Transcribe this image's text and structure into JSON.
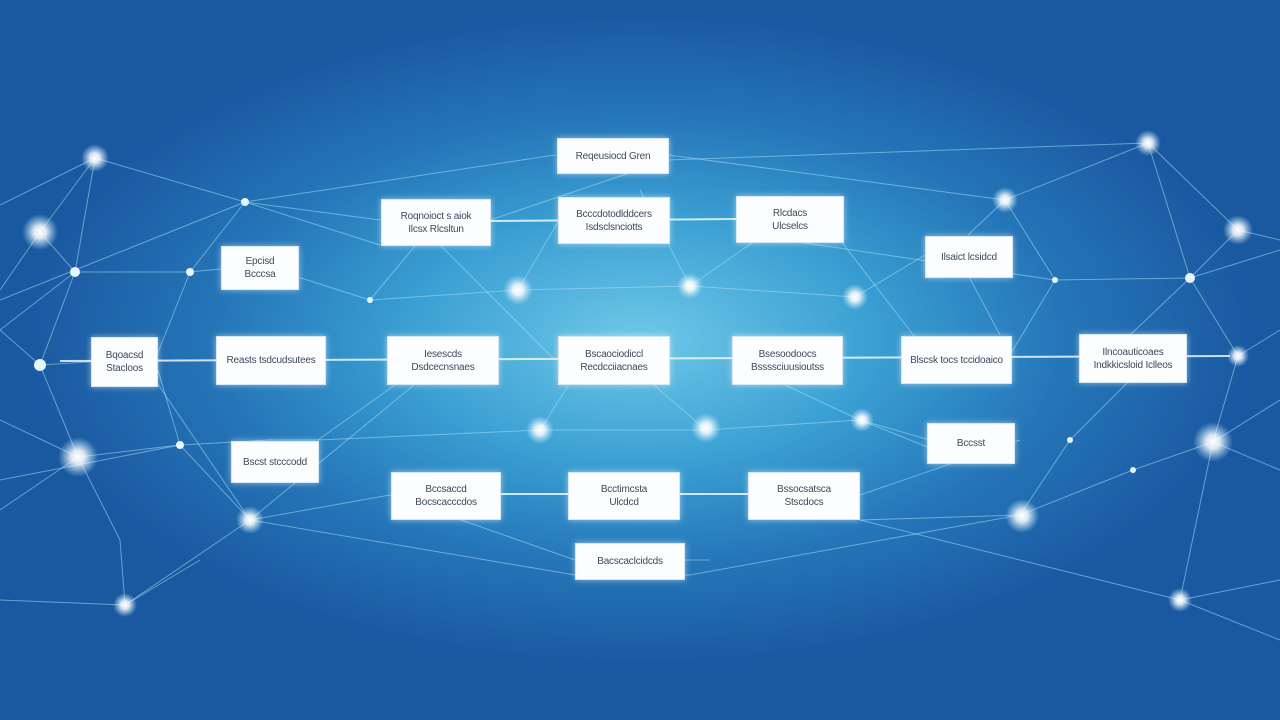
{
  "boxes": [
    {
      "id": "b01",
      "lines": [
        "Reqeusiocd Gren"
      ]
    },
    {
      "id": "b02",
      "lines": [
        "Roqnoioct s aiok",
        "Ilcsx Rlcsltun"
      ]
    },
    {
      "id": "b03",
      "lines": [
        "Bcccdotodlddcers",
        "Isdsclsnciotts"
      ]
    },
    {
      "id": "b04",
      "lines": [
        "Rlcdacs",
        "Ulcselcs"
      ]
    },
    {
      "id": "b05",
      "lines": [
        "Ilsaict lcsidcd"
      ]
    },
    {
      "id": "b06",
      "lines": [
        "Epcisd",
        "Bcccsa"
      ]
    },
    {
      "id": "b07",
      "lines": [
        "Bqoacsd",
        "Stacloos"
      ]
    },
    {
      "id": "b08",
      "lines": [
        "Reasts tsdcudsutees"
      ]
    },
    {
      "id": "b09",
      "lines": [
        "Iesescds",
        "Dsdcecnsnaes"
      ]
    },
    {
      "id": "b10",
      "lines": [
        "Bscaociodiccl",
        "Recdcciiacnaes"
      ]
    },
    {
      "id": "b11",
      "lines": [
        "Bsesoodoocs",
        "Bssssciuusioutss"
      ]
    },
    {
      "id": "b12",
      "lines": [
        "Blscsk tocs tccidoaico"
      ]
    },
    {
      "id": "b13",
      "lines": [
        "Ilncoauticoaes",
        "Indkkicsloid Iclleos"
      ]
    },
    {
      "id": "b14",
      "lines": [
        "Bscst stcccodd"
      ]
    },
    {
      "id": "b15",
      "lines": [
        "Bccsaccd",
        "Bocscacccdos"
      ]
    },
    {
      "id": "b16",
      "lines": [
        "Bcctimcsta",
        "Ulcdcd"
      ]
    },
    {
      "id": "b17",
      "lines": [
        "Bssocsatsca",
        "Stscdocs"
      ]
    },
    {
      "id": "b18",
      "lines": [
        "Bccsst"
      ]
    },
    {
      "id": "b19",
      "lines": [
        "Bacscaclcidcds"
      ]
    }
  ]
}
